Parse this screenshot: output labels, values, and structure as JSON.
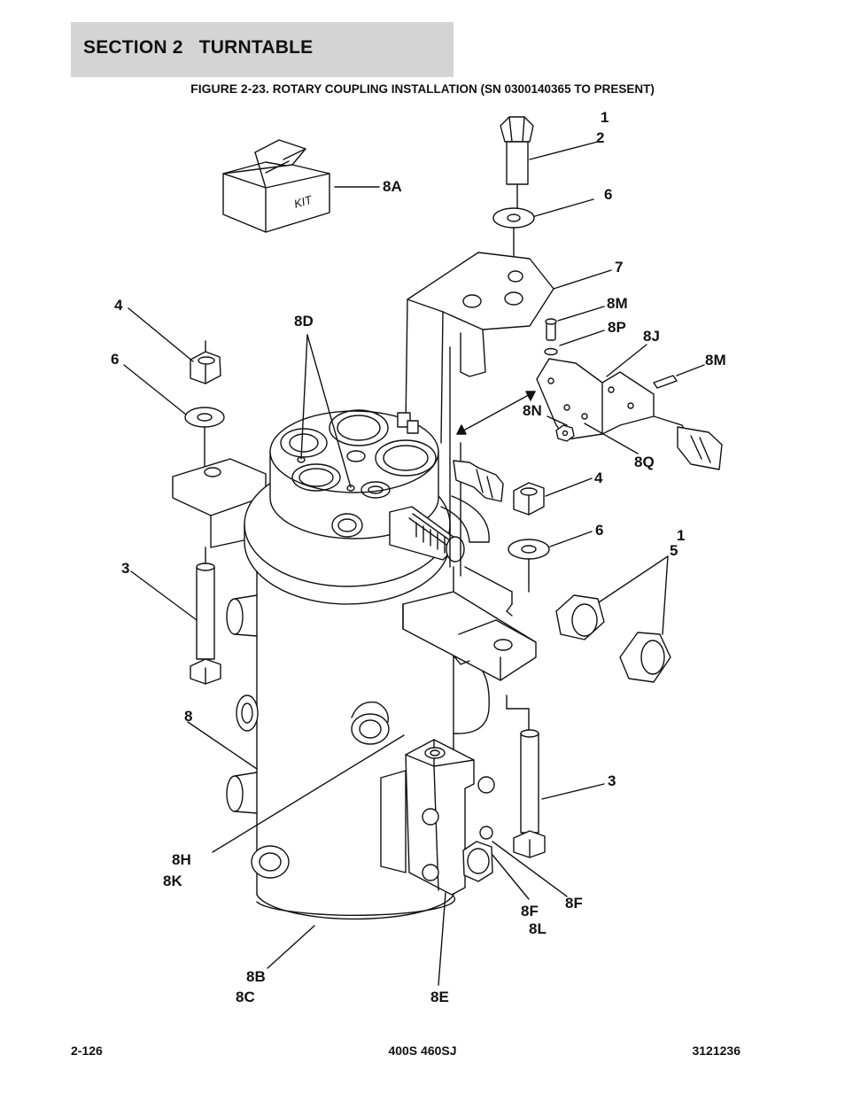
{
  "header": {
    "section_title": "SECTION 2   TURNTABLE",
    "figure_number": "FIGURE 2-23.",
    "figure_title": "ROTARY COUPLING INSTALLATION (SN 0300140365 TO PRESENT)"
  },
  "diagram": {
    "kit_label": "KIT",
    "callouts": {
      "c1_top": "1",
      "c2": "2",
      "c8A": "8A",
      "c6_top": "6",
      "c7": "7",
      "c8M_a": "8M",
      "c8P": "8P",
      "c8J": "8J",
      "c8M_b": "8M",
      "c4_left": "4",
      "c8D": "8D",
      "c6_left": "6",
      "c8N": "8N",
      "c8Q": "8Q",
      "c4_right": "4",
      "c6_right": "6",
      "c1_right": "1",
      "c5": "5",
      "c3_left": "3",
      "c8": "8",
      "c3_right": "3",
      "c8H": "8H",
      "c8K": "8K",
      "c8F_a": "8F",
      "c8F_b": "8F",
      "c8L": "8L",
      "c8B": "8B",
      "c8C": "8C",
      "c8E": "8E"
    }
  },
  "footer": {
    "page_number": "2-126",
    "model": "400S 460SJ",
    "doc_number": "3121236"
  }
}
